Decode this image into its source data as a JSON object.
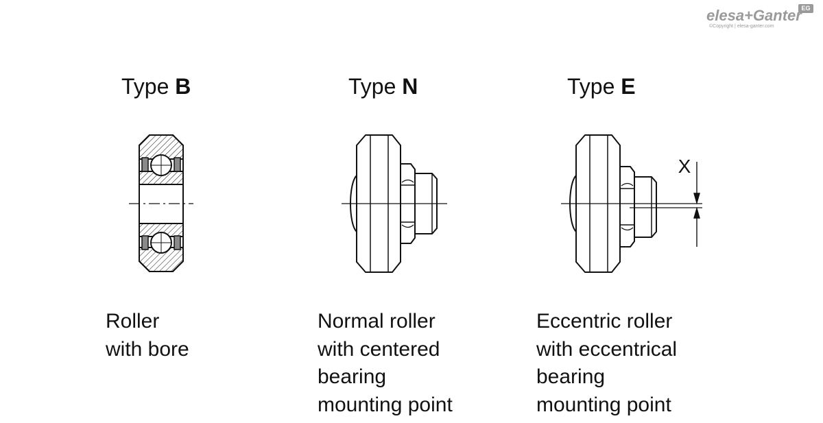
{
  "logo": {
    "brand": "elesa+Ganter",
    "badge": "EG",
    "copyright": "©Copyright | elesa-ganter.com"
  },
  "types": [
    {
      "id": "B",
      "prefix": "Type",
      "letter": "B",
      "caption": [
        "Roller",
        "with bore"
      ]
    },
    {
      "id": "N",
      "prefix": "Type",
      "letter": "N",
      "caption": [
        "Normal roller",
        "with centered",
        "bearing",
        "mounting point"
      ]
    },
    {
      "id": "E",
      "prefix": "Type",
      "letter": "E",
      "caption": [
        "Eccentric roller",
        "with eccentrical",
        "bearing",
        "mounting point"
      ]
    }
  ],
  "dimension_label": "X",
  "colors": {
    "line": "#111111",
    "seal": "#8a8a8a",
    "logo": "#9a9a9a"
  }
}
